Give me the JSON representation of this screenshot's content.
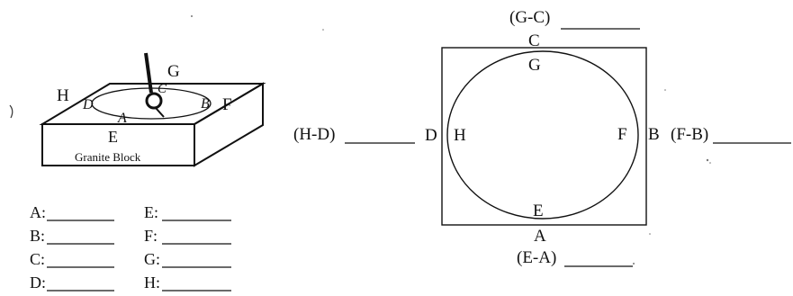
{
  "block_labels": {
    "A": "A",
    "B": "B",
    "C": "C",
    "D": "D",
    "E": "E",
    "F": "F",
    "G": "G",
    "H": "H",
    "caption": "Granite Block"
  },
  "answer_list": [
    {
      "label": "A:"
    },
    {
      "label": "E:"
    },
    {
      "label": "B:"
    },
    {
      "label": "F:"
    },
    {
      "label": "C:"
    },
    {
      "label": "G:"
    },
    {
      "label": "D:"
    },
    {
      "label": "H:"
    }
  ],
  "top_view": {
    "outer": {
      "top": "C",
      "left": "D",
      "right": "B",
      "bottom": "A"
    },
    "inner": {
      "top": "G",
      "left": "H",
      "right": "F",
      "bottom": "E"
    },
    "diffs": {
      "top": "(G-C)",
      "left": "(H-D)",
      "right": "(F-B)",
      "bottom": "(E-A)"
    }
  }
}
